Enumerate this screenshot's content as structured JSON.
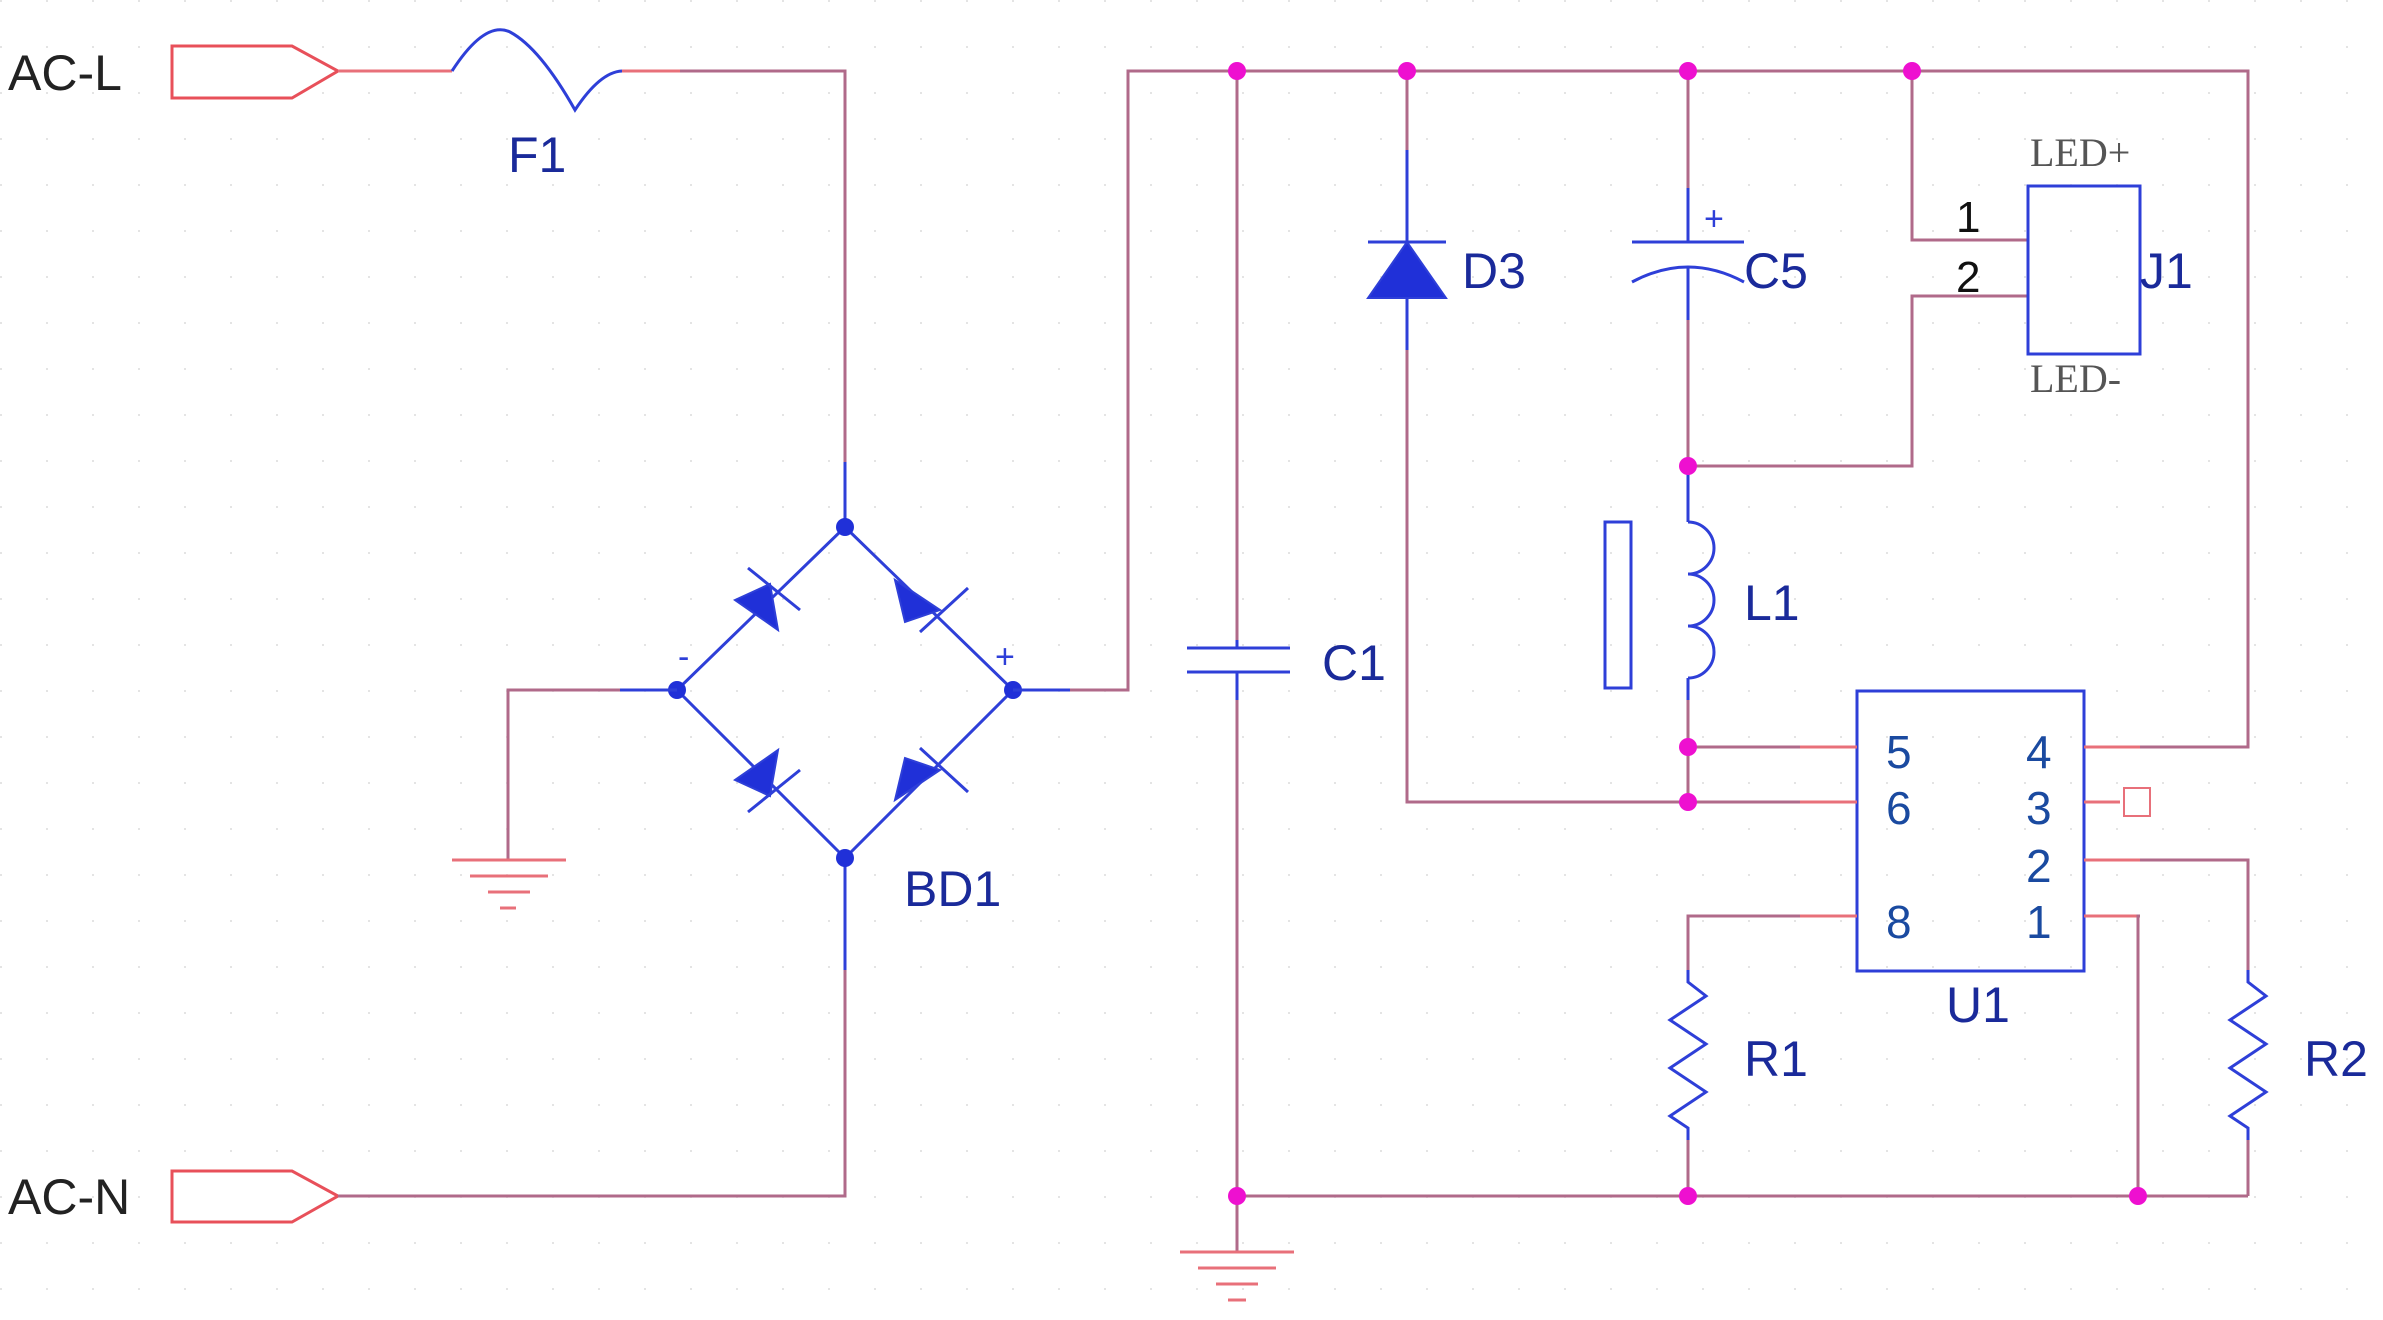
{
  "ports": {
    "ac_l": "AC-L",
    "ac_n": "AC-N"
  },
  "components": {
    "fuse": "F1",
    "bridge": "BD1",
    "bridge_minus": "-",
    "bridge_plus": "+",
    "cap_c1": "C1",
    "diode": "D3",
    "cap_c5": "C5",
    "cap_c5_plus": "+",
    "inductor": "L1",
    "connector": "J1",
    "connector_top": "LED+",
    "connector_bottom": "LED-",
    "connector_pin1": "1",
    "connector_pin2": "2",
    "ic": "U1",
    "ic_pins": {
      "p5": "5",
      "p6": "6",
      "p8": "8",
      "p4": "4",
      "p3": "3",
      "p2": "2",
      "p1": "1"
    },
    "res_r1": "R1",
    "res_r2": "R2"
  },
  "colors": {
    "wire": "#b06a8a",
    "pin": "#e8707a",
    "symbol": "#2e3fd8",
    "junction": "#ee10d0",
    "label": "#1a2a9a"
  }
}
